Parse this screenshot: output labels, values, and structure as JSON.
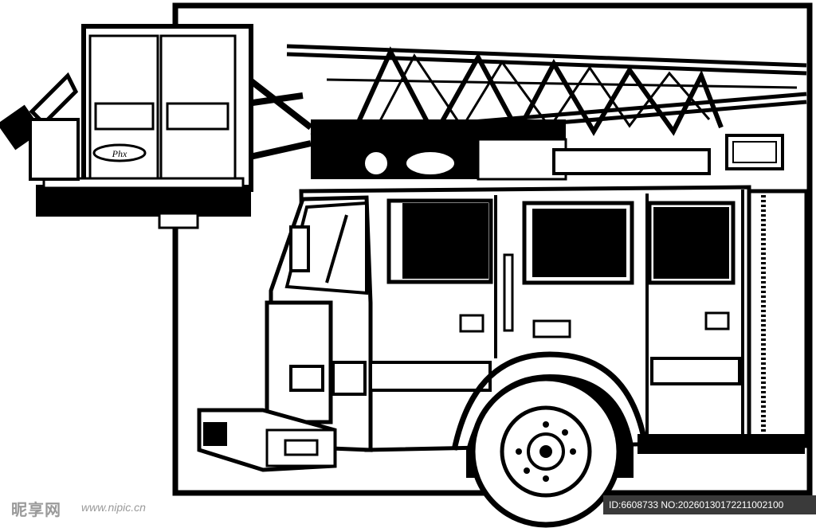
{
  "image": {
    "subject": "fire truck",
    "style": "black-and-white line art"
  },
  "truck": {
    "bucket_text": "Phx"
  },
  "watermark": {
    "logo_text": "昵享网",
    "url_text": "www.nipic.cn",
    "id_text": "ID:6608733 NO:20260130172211002100"
  },
  "colors": {
    "ink": "#000000",
    "paper": "#ffffff",
    "watermark": "#9a9a9a",
    "id_bar": "#3a3a3a"
  }
}
